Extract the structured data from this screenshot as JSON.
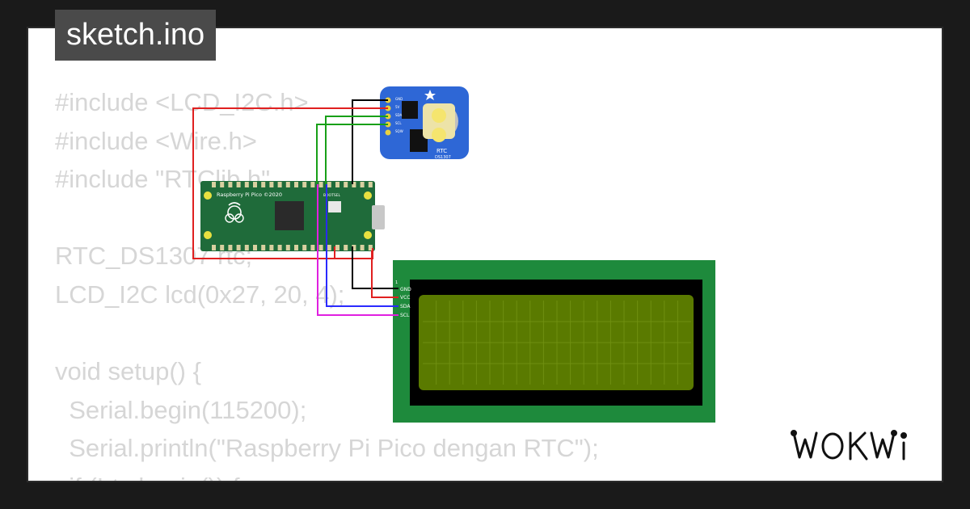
{
  "tab": {
    "filename": "sketch.ino"
  },
  "code": {
    "lines": [
      "#include <LCD_I2C.h>",
      "#include <Wire.h>",
      "#include \"RTClib.h\"",
      "",
      "RTC_DS1307 rtc;",
      "LCD_I2C lcd(0x27, 20, 4);",
      "",
      "void setup() {",
      "  Serial.begin(115200);",
      "  Serial.println(\"Raspberry Pi Pico dengan RTC\");",
      "  if (!rtc.begin()) {"
    ]
  },
  "pico": {
    "silkscreen": "Raspberry Pi Pico ©2020",
    "bootsel": "BOOTSEL"
  },
  "rtc": {
    "label": "RTC",
    "chip": "DS1307",
    "pins": [
      "GND",
      "5V",
      "SDA",
      "SCL",
      "SQW"
    ]
  },
  "lcd": {
    "pin_header": "1",
    "pins": [
      "GND",
      "VCC",
      "SDA",
      "SCL"
    ]
  },
  "brand": {
    "logo_text": "WOKWi"
  },
  "colors": {
    "wire_gnd": "#000000",
    "wire_vcc": "#e02020",
    "wire_sda_rtc": "#18a018",
    "wire_sda_lcd": "#2a2aff",
    "wire_scl_lcd": "#e020e0",
    "pico_board": "#1f6b3a",
    "rtc_board": "#2e67d6",
    "lcd_board": "#1e8a3c",
    "lcd_screen": "#5a7a00"
  }
}
